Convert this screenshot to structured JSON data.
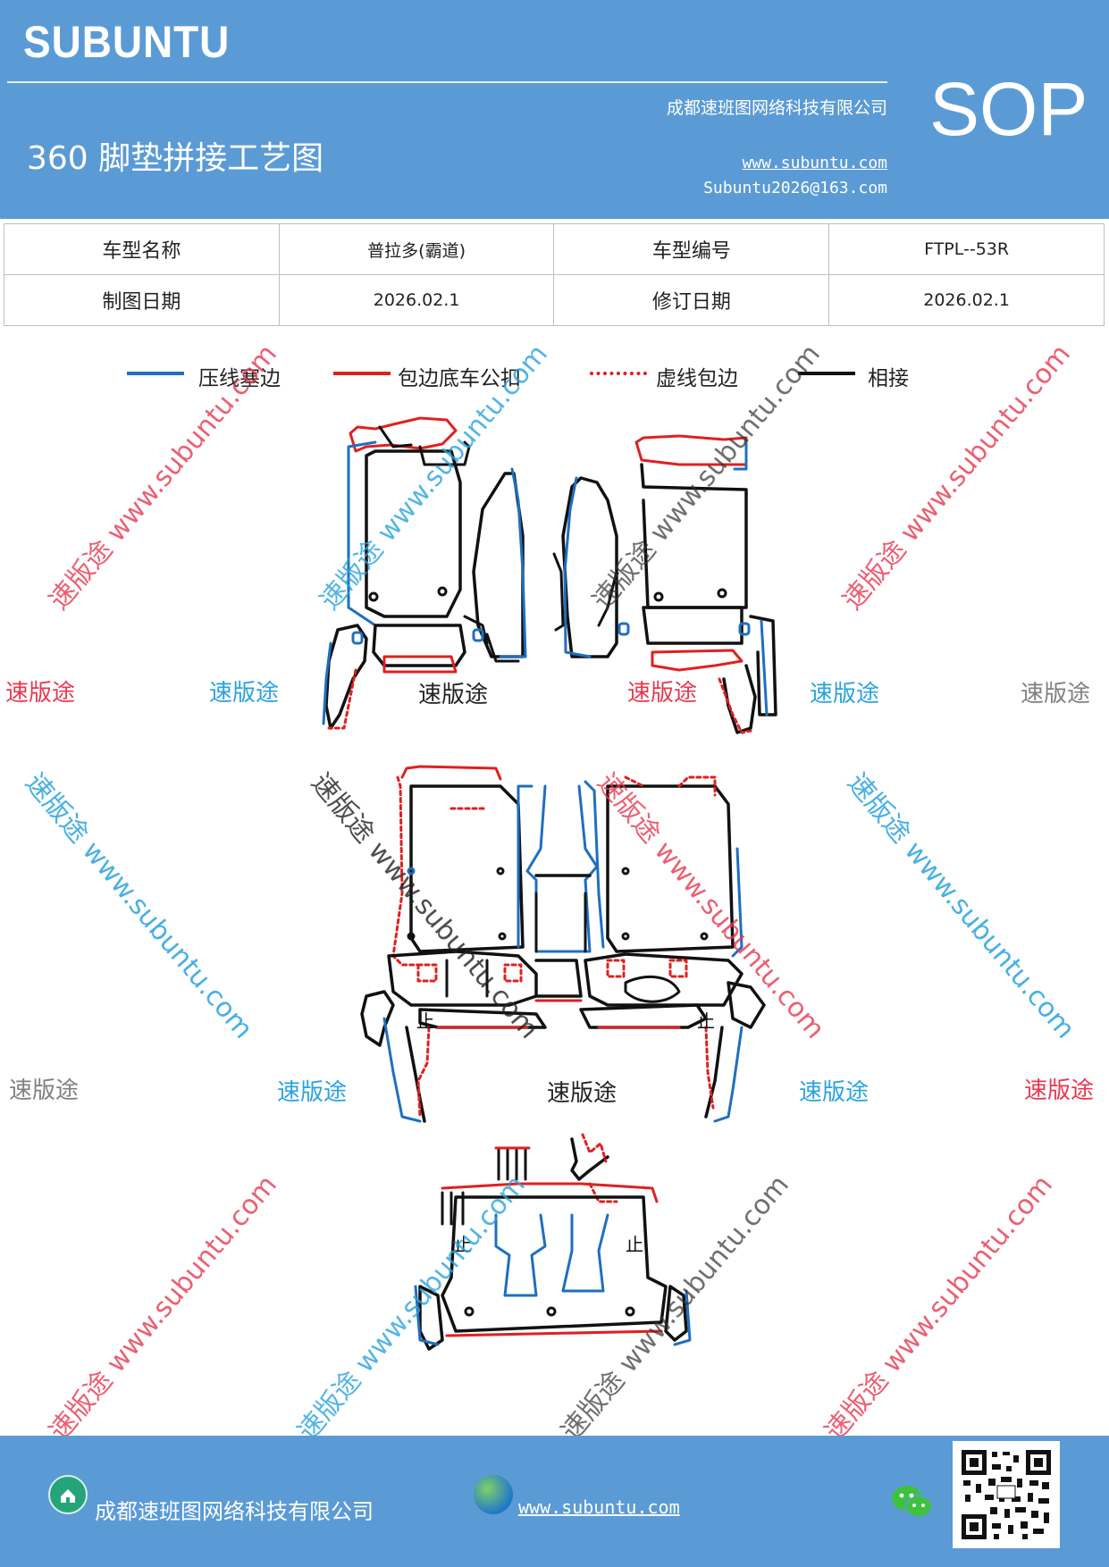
{
  "header": {
    "brand": "SUBUNTU",
    "title": "360 脚垫拼接工艺图",
    "company": "成都速班图网络科技有限公司",
    "url": "www.subuntu.com",
    "email": "Subuntu2026@163.com",
    "doc_type": "SOP"
  },
  "info_table": {
    "rows": [
      [
        "车型名称",
        "普拉多(霸道)",
        "车型编号",
        "FTPL--53R"
      ],
      [
        "制图日期",
        "2026.02.1",
        "修订日期",
        "2026.02.1"
      ]
    ]
  },
  "legend": [
    {
      "label": "压线塞边",
      "color": "#1f6fbf",
      "style": "solid"
    },
    {
      "label": "包边底车公扣",
      "color": "#e02020",
      "style": "solid"
    },
    {
      "label": "虚线包边",
      "color": "#e02020",
      "style": "dotted"
    },
    {
      "label": "相接",
      "color": "#111111",
      "style": "solid"
    }
  ],
  "diagram": {
    "stop_marks": [
      "止",
      "止",
      "止",
      "止"
    ]
  },
  "watermarks": {
    "brand_cn": "速版途",
    "brand_url": "www.subuntu.com",
    "colors": {
      "red": "#e8384f",
      "blue": "#29a3e0",
      "gray": "#808080",
      "black": "#222222"
    }
  },
  "footer": {
    "company": "成都速班图网络科技有限公司",
    "url": "www.subuntu.com",
    "icons": [
      "home-icon",
      "globe-icon",
      "wechat-icon",
      "qr-code"
    ]
  }
}
